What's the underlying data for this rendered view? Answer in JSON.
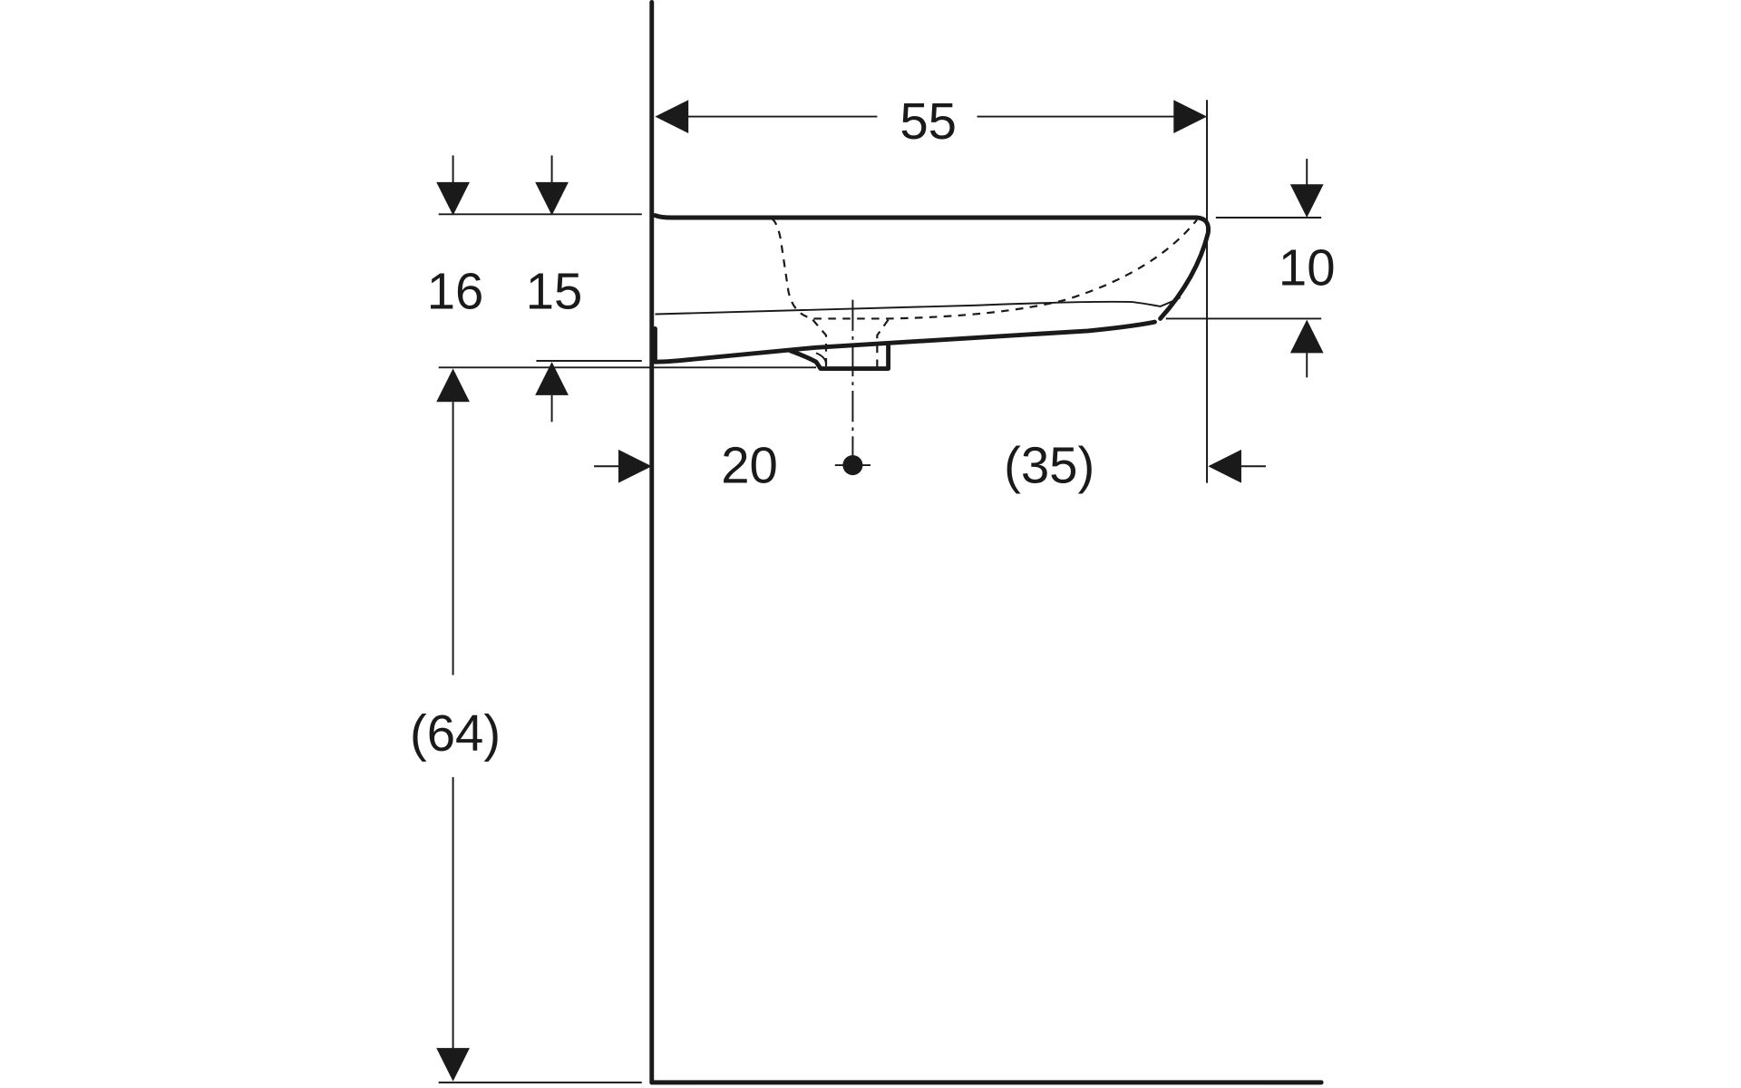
{
  "diagram": {
    "type": "washbasin side-view dimension drawing",
    "dimensions": {
      "width": "55",
      "height_outer": "16",
      "height_inner": "15",
      "bowl_depth": "10",
      "drain_offset": "20",
      "drain_to_front": "(35)",
      "mounting_height": "(64)"
    },
    "colors": {
      "line": "#1a1a1a",
      "background": "#ffffff"
    }
  }
}
